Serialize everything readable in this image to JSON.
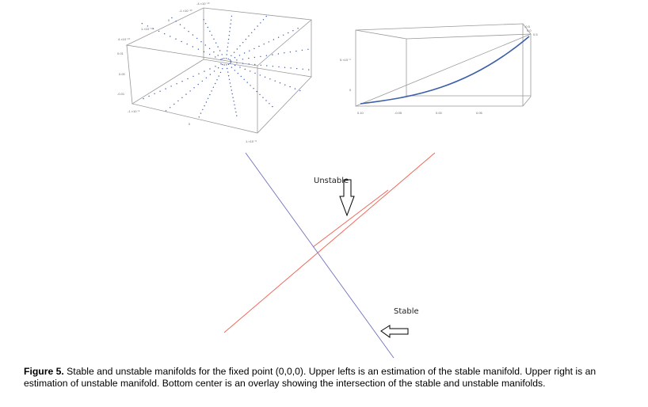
{
  "figure": {
    "label": "Figure 5.",
    "caption": " Stable and unstable manifolds for the fixed point (0,0,0). Upper lefts is an estimation of the stable manifold. Upper right is an estimation of unstable manifold. Bottom center is an overlay showing the intersection of the stable and unstable manifolds."
  },
  "plot_left": {
    "ticks": [
      "-4.×10⁻¹⁰",
      "-1.×10⁻¹⁰",
      "0",
      "1.×10⁻¹⁰",
      "4.×10⁻¹⁰",
      "0.01",
      "0.00",
      "-0.01",
      "-1.×10⁻⁸",
      "0",
      "1.×10⁻⁸"
    ],
    "point_color": "#3b5aa8"
  },
  "plot_right": {
    "ticks": [
      "5.×10⁻³",
      "0",
      "0.10",
      "-0.05",
      "0.00",
      "0.05",
      "-0.5",
      "0.0",
      "0.5"
    ],
    "curve_color": "#3b5fa8"
  },
  "overlay": {
    "unstable_label": "Unstable",
    "stable_label": "Stable",
    "stable_color": "#7070c0",
    "unstable_color": "#f06050"
  }
}
